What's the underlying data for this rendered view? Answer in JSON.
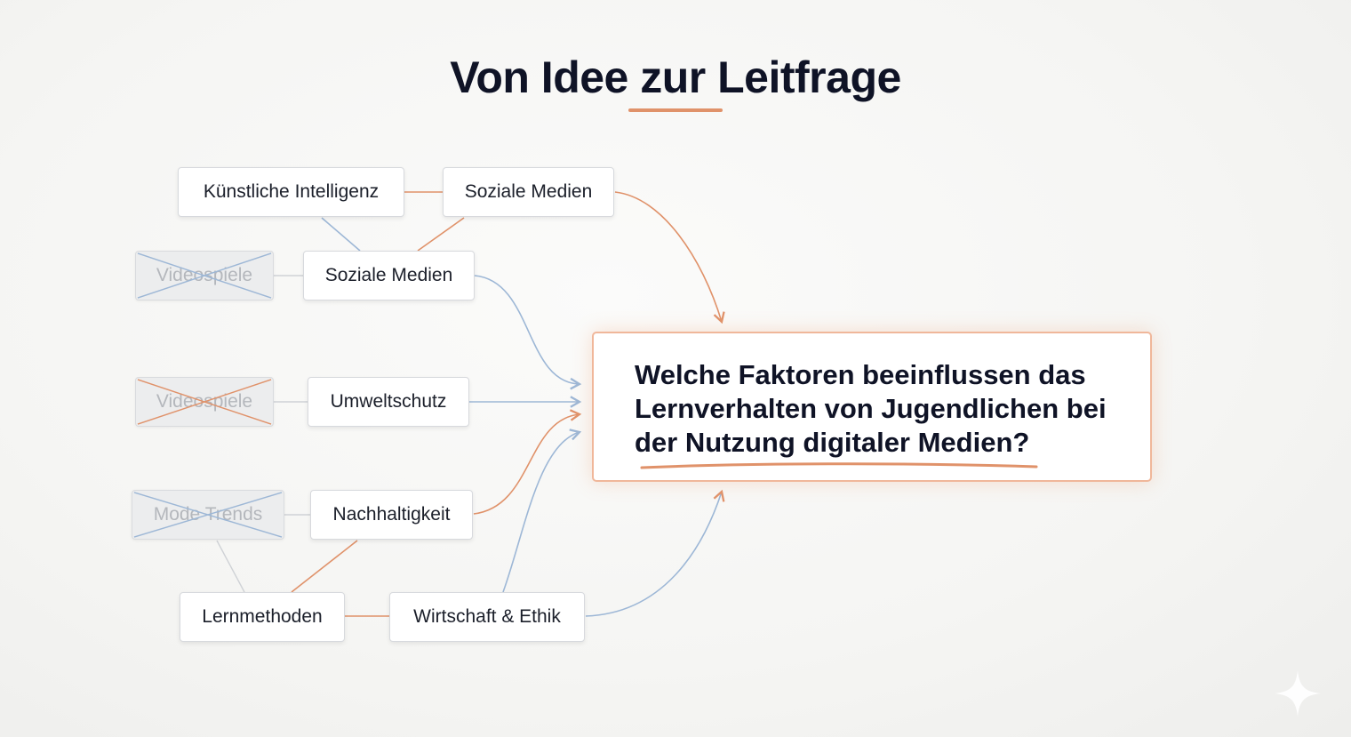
{
  "title": "Von Idee zur Leitfrage",
  "nodes": {
    "ki": "Künstliche Intelligenz",
    "soziale_top": "Soziale Medien",
    "videospiele_1": "Videospiele",
    "soziale_mid": "Soziale Medien",
    "videospiele_2": "Videospiele",
    "umweltschutz": "Umweltschutz",
    "mode_trends": "Mode Trends",
    "nachhaltigkeit": "Nachhaltigkeit",
    "lernmethoden": "Lernmethoden",
    "wirtschaft_ethik": "Wirtschaft & Ethik"
  },
  "question": "Welche Faktoren beeinflussen das Lernverhalten von Jugendlichen bei der Nutzung digitaler Medien?",
  "colors": {
    "accent_orange": "#e0926a",
    "accent_blue": "#9db7d6",
    "line_gray": "#cfd2d6",
    "text_dark": "#0f1326"
  }
}
